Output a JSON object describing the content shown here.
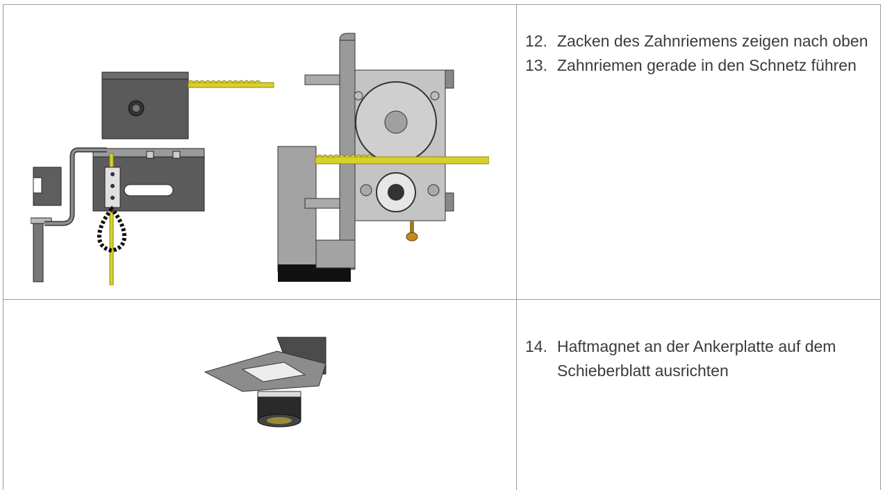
{
  "rows": [
    {
      "image": {
        "subject": "toothed-belt-mechanism-images"
      },
      "steps": [
        {
          "number": "12.",
          "text": "Zacken des Zahnriemens zeigen nach oben"
        },
        {
          "number": "13.",
          "text": "Zahnriemen gerade in den Schnetz führen"
        }
      ]
    },
    {
      "image": {
        "subject": "holding-magnet-image"
      },
      "steps": [
        {
          "number": "14.",
          "text": "Haftmagnet an der Ankerplatte auf dem Schieberblatt ausrichten"
        }
      ]
    }
  ],
  "colors": {
    "belt": "#d8d12a",
    "metal_dark": "#5a5a5a",
    "metal_light": "#bdbdbd",
    "border": "#9a9a9a"
  }
}
